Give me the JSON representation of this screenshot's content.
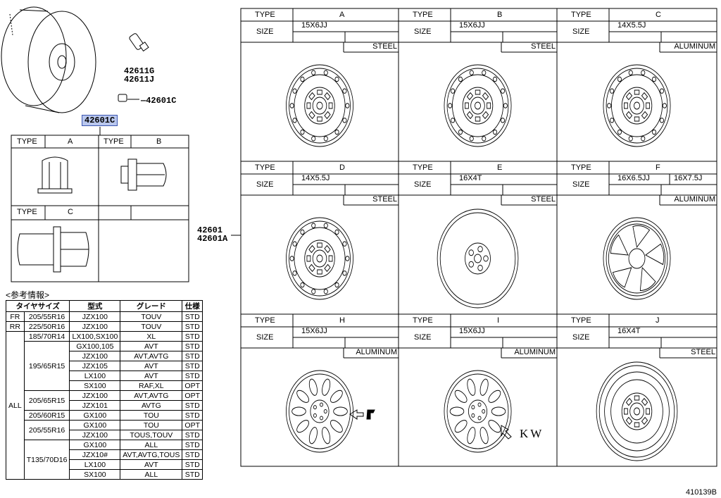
{
  "parts": {
    "valve_codes": [
      "42611G",
      "42611J"
    ],
    "nut_code": "42601C",
    "highlight_code": "42601C",
    "wheel_codes": [
      "42601",
      "42601A"
    ]
  },
  "nut_types": {
    "type_label": "TYPE",
    "a": "A",
    "b": "B",
    "c": "C"
  },
  "reference": {
    "heading": "<参考情報>",
    "headers": [
      "タイヤサイズ",
      "型式",
      "グレード",
      "仕様"
    ],
    "rows": [
      {
        "pos": "FR",
        "tire": "205/55R16",
        "model": "JZX100",
        "grade": "TOUV",
        "spec": "STD"
      },
      {
        "pos": "RR",
        "tire": "225/50R16",
        "model": "JZX100",
        "grade": "TOUV",
        "spec": "STD"
      },
      {
        "pos": "ALL",
        "tire": "185/70R14",
        "model": "LX100,SX100",
        "grade": "XL",
        "spec": "STD"
      },
      {
        "pos": "",
        "tire": "195/65R15",
        "model": "GX100,105",
        "grade": "AVT",
        "spec": "STD"
      },
      {
        "pos": "",
        "tire": "",
        "model": "JZX100",
        "grade": "AVT,AVTG",
        "spec": "STD"
      },
      {
        "pos": "",
        "tire": "",
        "model": "JZX105",
        "grade": "AVT",
        "spec": "STD"
      },
      {
        "pos": "",
        "tire": "",
        "model": "LX100",
        "grade": "AVT",
        "spec": "STD"
      },
      {
        "pos": "",
        "tire": "",
        "model": "SX100",
        "grade": "RAF,XL",
        "spec": "OPT"
      },
      {
        "pos": "",
        "tire": "205/65R15",
        "model": "JZX100",
        "grade": "AVT,AVTG",
        "spec": "OPT"
      },
      {
        "pos": "",
        "tire": "",
        "model": "JZX101",
        "grade": "AVTG",
        "spec": "STD"
      },
      {
        "pos": "",
        "tire": "205/60R15",
        "model": "GX100",
        "grade": "TOU",
        "spec": "STD"
      },
      {
        "pos": "",
        "tire": "205/55R16",
        "model": "GX100",
        "grade": "TOU",
        "spec": "OPT"
      },
      {
        "pos": "",
        "tire": "",
        "model": "JZX100",
        "grade": "TOUS,TOUV",
        "spec": "STD"
      },
      {
        "pos": "",
        "tire": "T135/70D16",
        "model": "GX100",
        "grade": "ALL",
        "spec": "STD"
      },
      {
        "pos": "",
        "tire": "",
        "model": "JZX10#",
        "grade": "AVT,AVTG,TOUS",
        "spec": "STD"
      },
      {
        "pos": "",
        "tire": "",
        "model": "LX100",
        "grade": "AVT",
        "spec": "STD"
      },
      {
        "pos": "",
        "tire": "",
        "model": "SX100",
        "grade": "ALL",
        "spec": "STD"
      }
    ]
  },
  "wheel_grid": {
    "type_label": "TYPE",
    "size_label": "SIZE",
    "cells": [
      {
        "type": "A",
        "size": "15X6JJ",
        "size2": "",
        "material": "STEEL"
      },
      {
        "type": "B",
        "size": "15X6JJ",
        "size2": "",
        "material": "STEEL"
      },
      {
        "type": "C",
        "size": "14X5.5J",
        "size2": "",
        "material": "ALUMINUM"
      },
      {
        "type": "D",
        "size": "14X5.5J",
        "size2": "",
        "material": "STEEL"
      },
      {
        "type": "E",
        "size": "16X4T",
        "size2": "",
        "material": "STEEL"
      },
      {
        "type": "F",
        "size": "16X6.5JJ",
        "size2": "16X7.5J",
        "material": "ALUMINUM"
      },
      {
        "type": "H",
        "size": "15X6JJ",
        "size2": "",
        "material": "ALUMINUM"
      },
      {
        "type": "I",
        "size": "15X6JJ",
        "size2": "",
        "material": "ALUMINUM"
      },
      {
        "type": "J",
        "size": "16X4T",
        "size2": "",
        "material": "STEEL"
      }
    ],
    "mark_i": "KW"
  },
  "diagram_code": "410139B"
}
